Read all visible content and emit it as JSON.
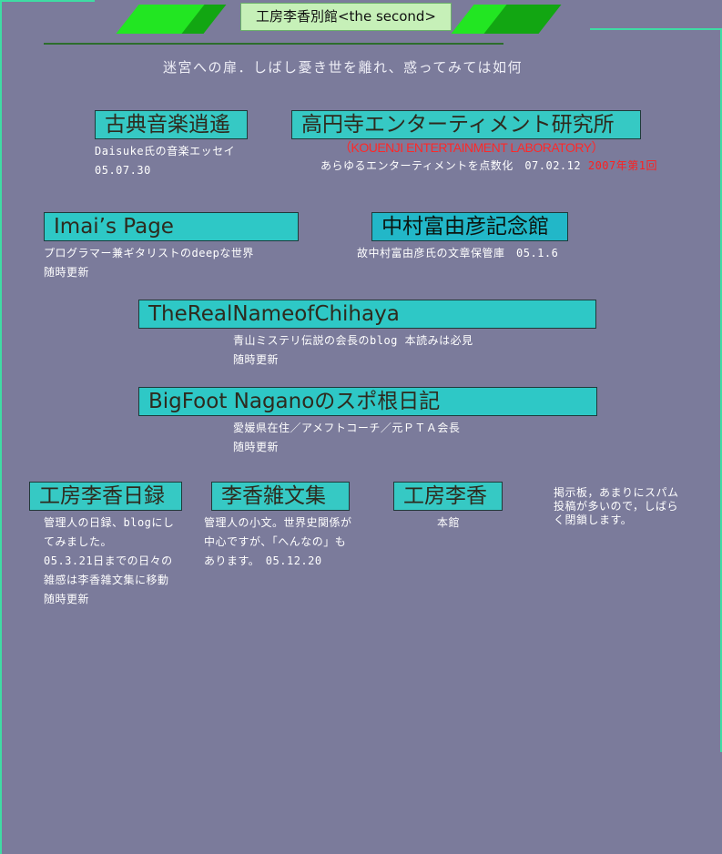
{
  "header": {
    "title": "工房李香別館<the second>",
    "tagline": "迷宮への扉．しばし憂き世を離れ、惑ってみては如何"
  },
  "links": {
    "koten": {
      "label": "古典音楽逍遙",
      "desc1": "Daisuke氏の音楽エッセイ",
      "date": "05.07.30"
    },
    "kouenji": {
      "label": "高円寺エンターティメント研究所",
      "sub": "（KOUENJI ENTERTAINMENT LABORATORY）",
      "desc": "あらゆるエンターティメントを点数化",
      "date": "07.02.12",
      "note": "2007年第1回"
    },
    "imai": {
      "label": "Imai’s Page",
      "desc1": "プログラマー兼ギタリストのdeepな世界",
      "desc2": "随時更新"
    },
    "nakamura": {
      "label": "中村富由彦記念館",
      "desc1": "故中村富由彦氏の文章保管庫　05.1.6"
    },
    "chihaya": {
      "label": "TheRealNameofChihaya",
      "desc1": "青山ミステリ伝説の会長のblog 本読みは必見",
      "desc2": "随時更新"
    },
    "bigfoot": {
      "label": "BigFoot Naganoのスポ根日記",
      "desc1": "愛媛県在住／アメフトコーチ／元ＰＴＡ会長",
      "desc2": "随時更新"
    },
    "nichiroku": {
      "label": "工房李香日録",
      "lines": [
        "管理人の日録、blogにし",
        "てみました。",
        "05.3.21日までの日々の",
        "雑感は李香雑文集に移動",
        "随時更新"
      ]
    },
    "zatsubun": {
      "label": "李香雑文集",
      "lines": [
        "管理人の小文。世界史関係が",
        "中心ですが、「へんなの」も",
        "あります。　05.12.20"
      ]
    },
    "honkan": {
      "label": "工房李香",
      "desc1": "本館"
    }
  },
  "notice": {
    "lines": [
      "掲示板，あまりにスパム",
      "投稿が多いので，しばら",
      "く閉鎖します。"
    ]
  }
}
